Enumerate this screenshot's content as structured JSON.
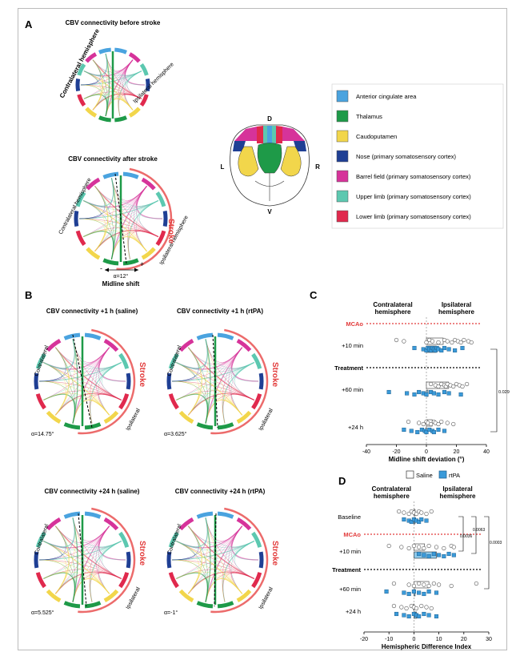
{
  "panels": {
    "A": "A",
    "B": "B",
    "C": "C",
    "D": "D"
  },
  "panelA": {
    "title_before": "CBV connectivity before stroke",
    "title_after": "CBV connectivity after stroke",
    "contralateral_hemisphere": "Contralateral hemisphere",
    "ipsilateral_hemisphere": "Ipsilateral hemisphere",
    "stroke": "Stroke",
    "alpha": "α=12°",
    "midline_shift": "Midline shift",
    "minus": "-",
    "plus": "+",
    "brain_labels": {
      "D": "D",
      "V": "V",
      "L": "L",
      "R": "R"
    }
  },
  "legend": [
    {
      "label": "Anterior cingulate area",
      "color": "#4aa3df"
    },
    {
      "label": "Thalamus",
      "color": "#1e9a48"
    },
    {
      "label": "Caudoputamen",
      "color": "#f2d64b"
    },
    {
      "label": "Nose (primary somatosensory cortex)",
      "color": "#1f3f94"
    },
    {
      "label": "Barrel field (primary somatosensory cortex)",
      "color": "#d6339a"
    },
    {
      "label": "Upper limb (primary somatosensory cortex)",
      "color": "#5cc8b0"
    },
    {
      "label": "Lower limb (primary somatosensory cortex)",
      "color": "#e0294d"
    }
  ],
  "panelB": {
    "contralateral": "Contralateral",
    "ipsilateral": "Ipsilateral",
    "stroke": "Stroke",
    "plots": [
      {
        "title": "CBV connectivity +1 h (saline)",
        "alpha": "α=14.75°"
      },
      {
        "title": "CBV connectivity +1 h (rtPA)",
        "alpha": "α=3.625°"
      },
      {
        "title": "CBV connectivity +24 h (saline)",
        "alpha": "α=5.525°"
      },
      {
        "title": "CBV connectivity +24 h (rtPA)",
        "alpha": "α=-1°"
      }
    ]
  },
  "chart_data": [
    {
      "type": "scatter",
      "panel": "C",
      "xlabel": "Midline shift deviation (°)",
      "xlim": [
        -40,
        40
      ],
      "xticks": [
        -40,
        -20,
        0,
        20,
        40
      ],
      "header_left": "Contralateral\nhemisphere",
      "header_right": "Ipsilateral\nhemisphere",
      "row_labels": [
        "MCAo",
        "+10 min",
        "Treatment",
        "+60 min",
        "+24 h"
      ],
      "p_values": [
        "0.029"
      ],
      "series": [
        {
          "name": "Saline",
          "rows": {
            "+10 min": [
              -20,
              -15,
              0,
              2,
              4,
              8,
              12,
              14,
              17,
              19,
              21,
              23,
              25,
              28,
              30
            ],
            "+60 min": [
              3,
              6,
              8,
              10,
              12,
              13,
              14,
              16,
              18,
              20,
              22,
              24,
              27
            ],
            "+24 h": [
              -12,
              -5,
              -2,
              0,
              1,
              3,
              5,
              6,
              8,
              10,
              14,
              18
            ]
          }
        },
        {
          "name": "rtPA",
          "rows": {
            "+10 min": [
              -8,
              -2,
              0,
              1,
              2,
              3,
              4,
              5,
              6,
              7,
              8,
              10,
              12,
              15,
              19,
              24
            ],
            "+60 min": [
              -25,
              -13,
              -8,
              -5,
              -2,
              0,
              3,
              5,
              8,
              12,
              15,
              23
            ],
            "+24 h": [
              -15,
              -10,
              -6,
              -3,
              -1,
              0,
              2,
              4,
              5,
              8,
              12
            ]
          }
        }
      ],
      "legend": [
        "Saline",
        "rtPA"
      ]
    },
    {
      "type": "scatter",
      "panel": "D",
      "xlabel": "Hemispheric Difference Index",
      "xlim": [
        -20,
        30
      ],
      "xticks": [
        -20,
        -10,
        0,
        10,
        20,
        30
      ],
      "header_left": "Contralateral\nhemisphere",
      "header_right": "Ipsilateral\nhemisphere",
      "row_labels": [
        "Baseline",
        "MCAo",
        "+10 min",
        "Treatment",
        "+60 min",
        "+24 h"
      ],
      "p_values": [
        "0.0036",
        "0.0063",
        "0.0003"
      ],
      "series": [
        {
          "name": "Saline",
          "rows": {
            "Baseline": [
              -6,
              -4,
              -2,
              -1,
              0,
              1,
              2,
              3,
              5,
              7
            ],
            "+10 min": [
              -10,
              -5,
              -2,
              0,
              2,
              4,
              6,
              9,
              12,
              15,
              16
            ],
            "+60 min": [
              -8,
              -2,
              0,
              2,
              4,
              6,
              8,
              10,
              15,
              25
            ],
            "+24 h": [
              -8,
              -5,
              -3,
              -1,
              0,
              1,
              3,
              5,
              7
            ]
          }
        },
        {
          "name": "rtPA",
          "rows": {
            "Baseline": [
              -4,
              -2,
              -1,
              0,
              1,
              2,
              3,
              5
            ],
            "+10 min": [
              2,
              4,
              6,
              8,
              10,
              12,
              14,
              16
            ],
            "+60 min": [
              -11,
              -4,
              -2,
              0,
              2,
              4,
              6,
              9
            ],
            "+24 h": [
              -7,
              -4,
              -2,
              0,
              1,
              2,
              4,
              6,
              9
            ]
          }
        }
      ]
    }
  ]
}
